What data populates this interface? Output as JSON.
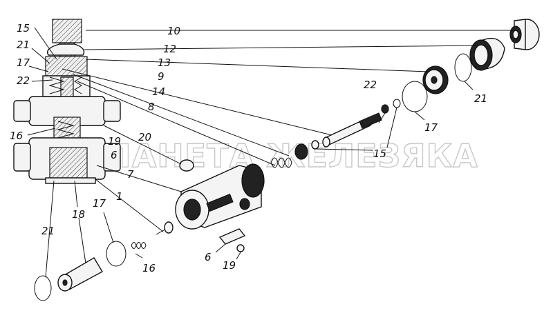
{
  "watermark": "ПЛАНЕТА ЖЕЛЕЗЯКА",
  "callouts": [
    "15",
    "21",
    "17",
    "22",
    "16",
    "10",
    "12",
    "13",
    "9",
    "14",
    "8",
    "20",
    "19",
    "6",
    "7",
    "1",
    "17",
    "18",
    "21",
    "16",
    "6",
    "19",
    "22",
    "17",
    "21",
    "15"
  ]
}
